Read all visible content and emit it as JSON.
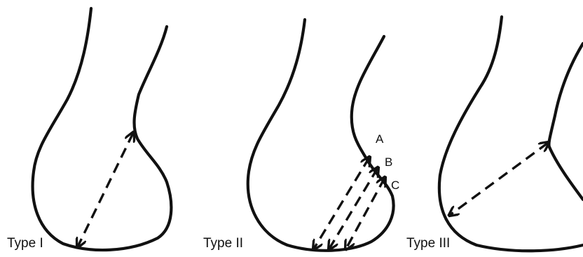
{
  "panels": [
    {
      "label": "Type I"
    },
    {
      "label": "Type II",
      "points": [
        "A",
        "B",
        "C"
      ]
    },
    {
      "label": "Type III"
    }
  ]
}
